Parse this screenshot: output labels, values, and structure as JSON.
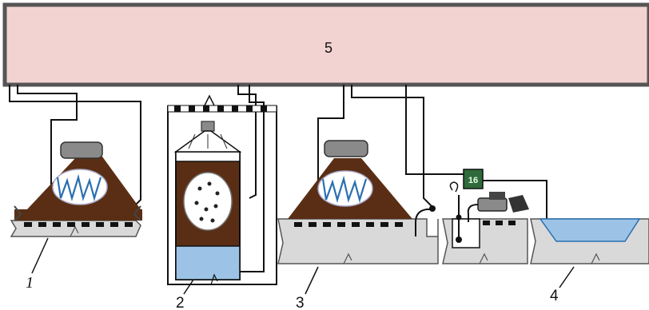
{
  "diagram": {
    "top_box_label": "5",
    "gauge_label": "16",
    "part_labels": [
      "1",
      "2",
      "3",
      "4"
    ]
  },
  "colors": {
    "top_box_fill": "#f2d3d1",
    "soil": "#5a2e14",
    "ground": "#d9d9d9",
    "water": "#9cc3e6",
    "gauge": "#2f6b3a",
    "device": "#8a8a8a"
  }
}
